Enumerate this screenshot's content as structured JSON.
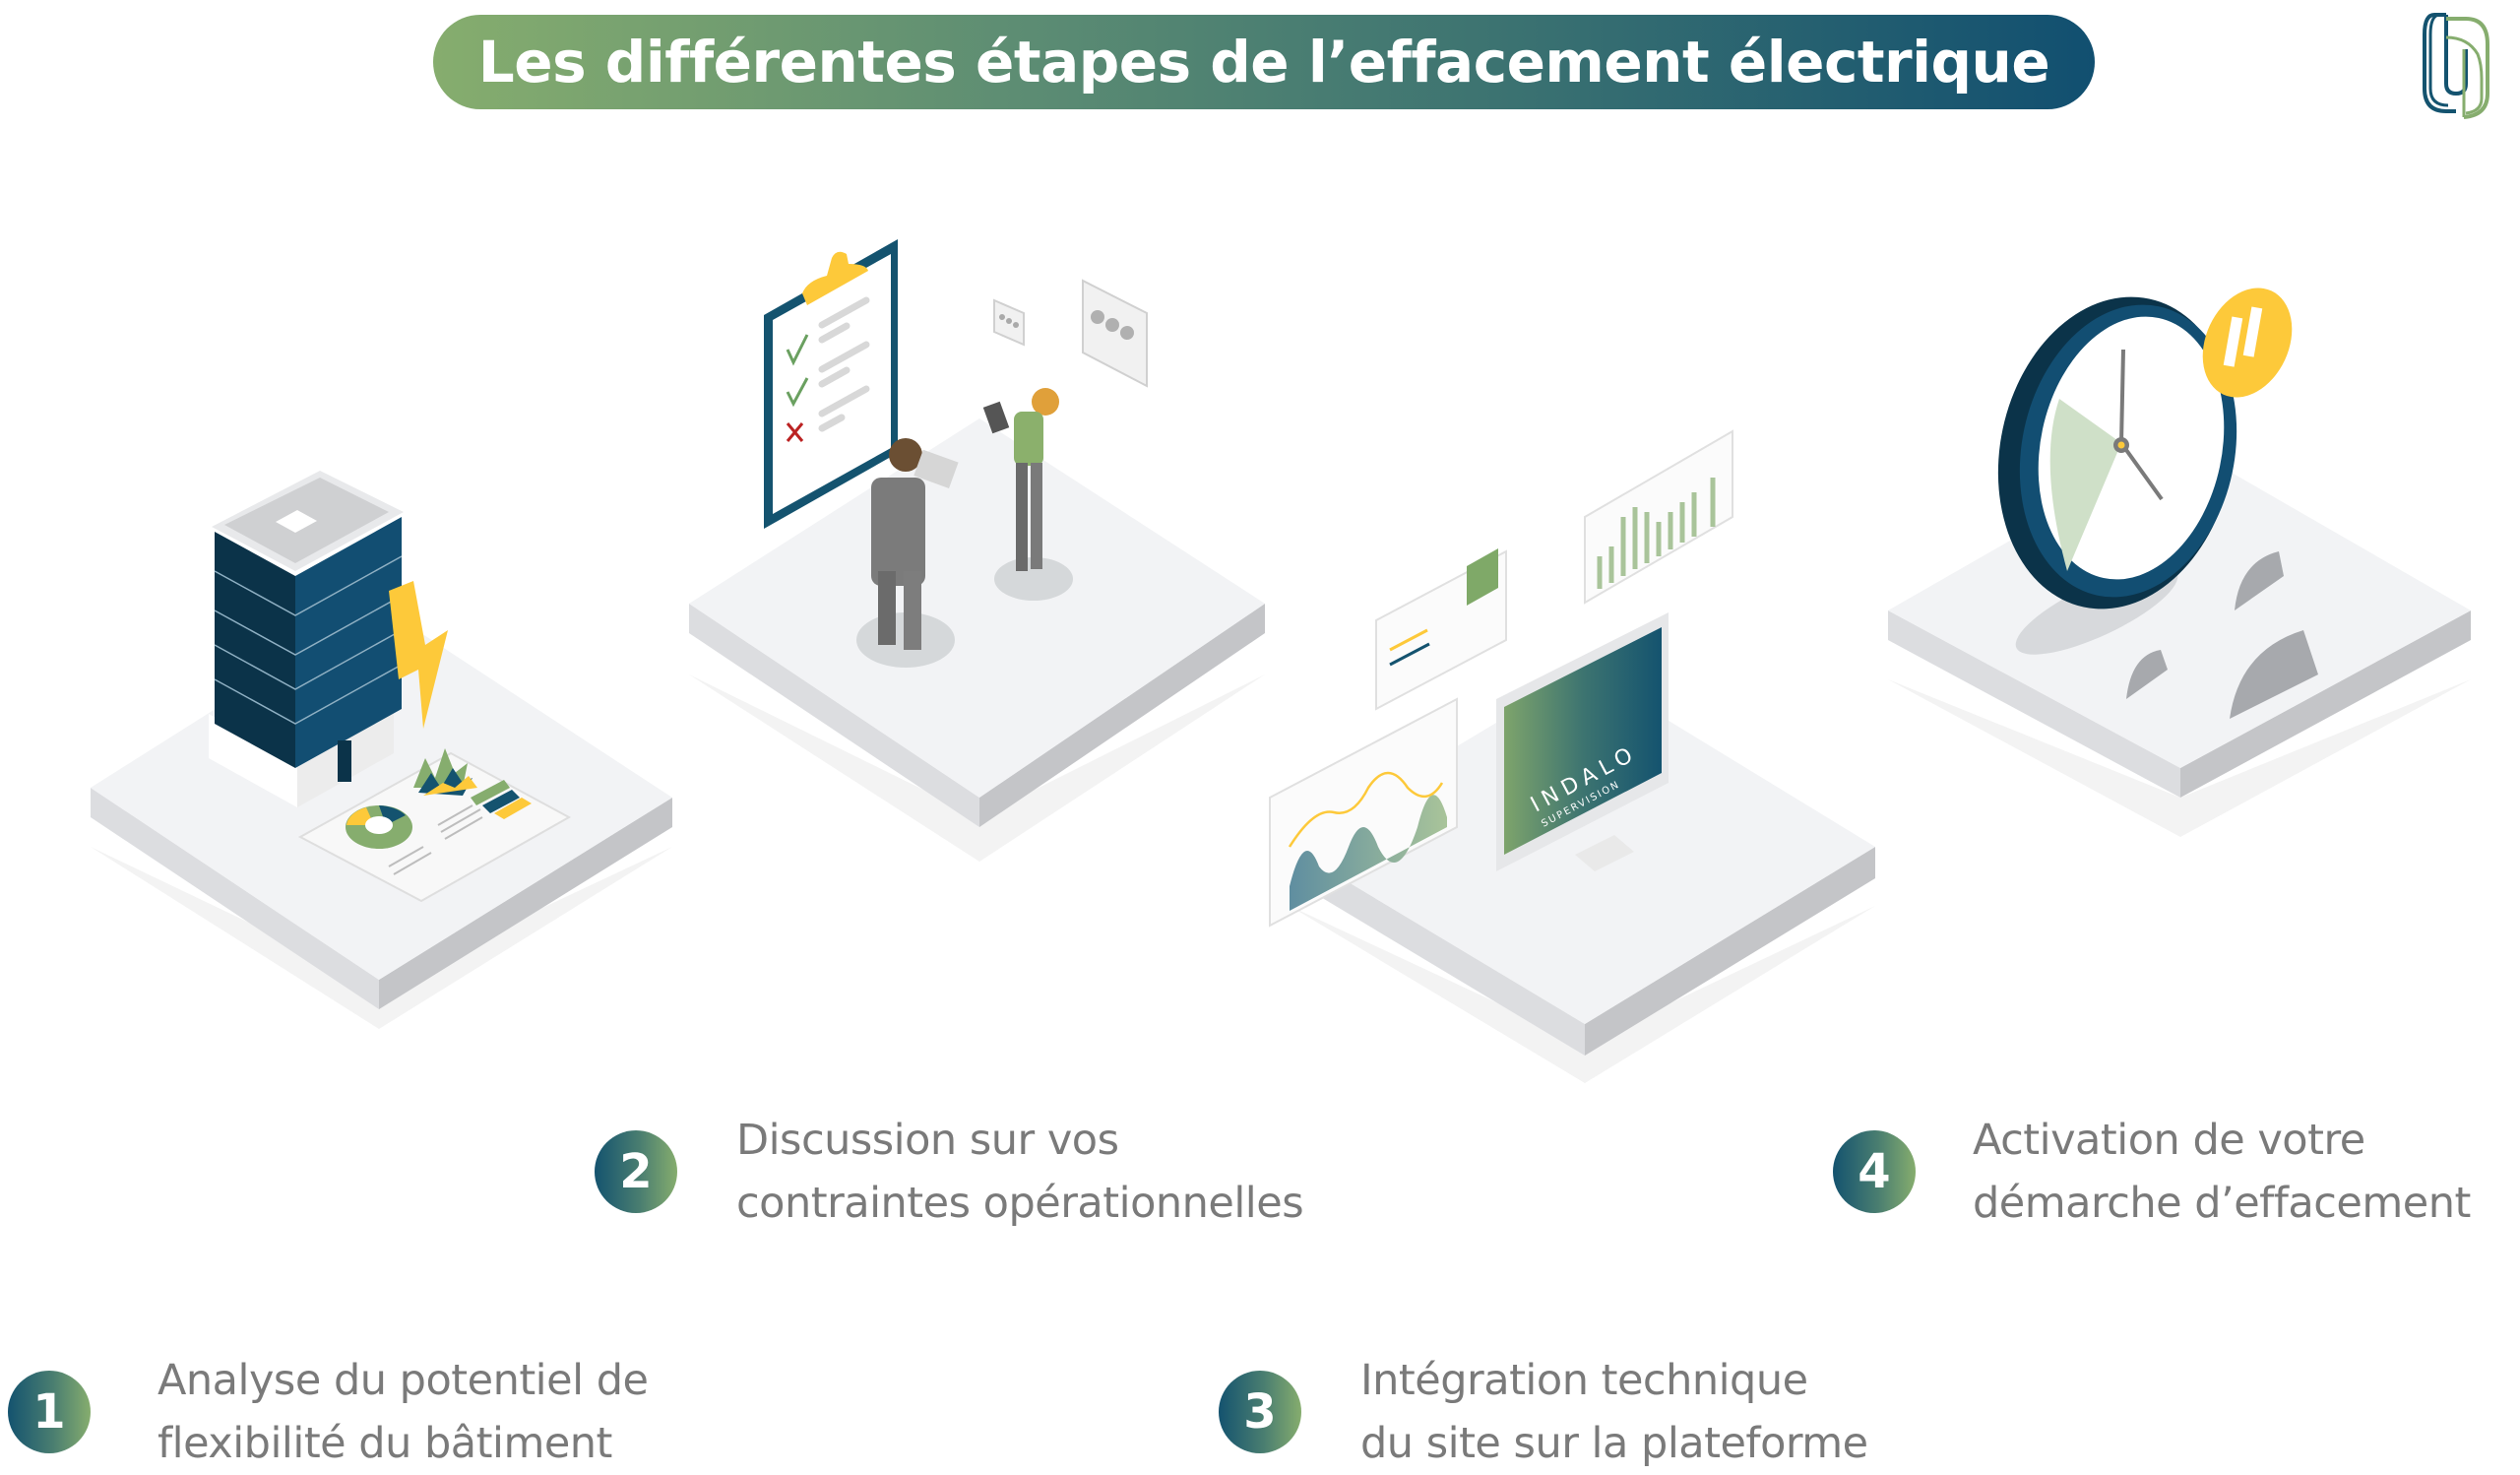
{
  "header": {
    "title": "Les différentes étapes de l’effacement électrique",
    "gradient_start": "#86ad6e",
    "gradient_end": "#114f70"
  },
  "logo": {
    "icon": "brand-monogram-icon",
    "colors": [
      "#14536f",
      "#86ad6e"
    ]
  },
  "steps": [
    {
      "number": "1",
      "lines": [
        "Analyse du potentiel de",
        "flexibilité du bâtiment"
      ],
      "illustration": "office-building-with-lightning-and-report-icon"
    },
    {
      "number": "2",
      "lines": [
        "Discussion sur vos",
        "contraintes opérationnelles"
      ],
      "illustration": "two-people-discussing-with-checklist-icon"
    },
    {
      "number": "3",
      "lines": [
        "Intégration technique",
        "du site sur la plateforme"
      ],
      "illustration": "monitor-with-dashboards-icon",
      "screen_brand": {
        "name": "INDALO",
        "subtitle": "SUPERVISION"
      }
    },
    {
      "number": "4",
      "lines": [
        "Activation de votre",
        "démarche d’effacement"
      ],
      "illustration": "clock-with-pause-and-gears-icon"
    }
  ],
  "colors": {
    "navy": "#14536f",
    "green": "#86ad6e",
    "yellow": "#fdc93a",
    "text_gray": "#7a7a7a",
    "platform_top": "#f2f3f5",
    "platform_side_left": "#dcdde0",
    "platform_side_right": "#c4c5c8"
  }
}
